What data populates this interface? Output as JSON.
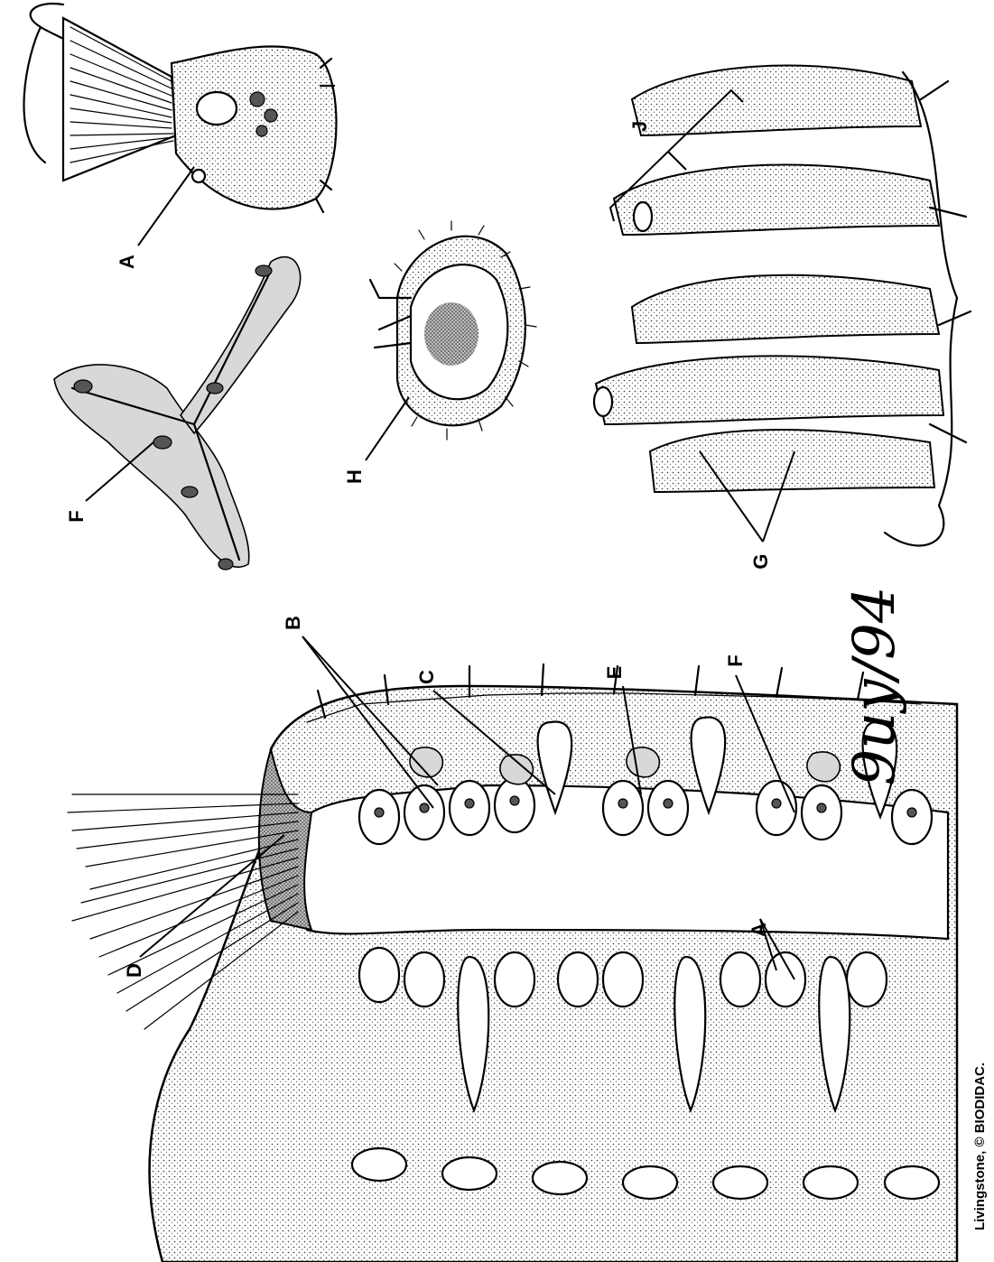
{
  "labels": {
    "A_top": "A",
    "F_top": "F",
    "H": "H",
    "J": "J",
    "G": "G",
    "B": "B",
    "C": "C",
    "E": "E",
    "F_main": "F",
    "A_main": "A",
    "D": "D"
  },
  "signature": "9uy/94",
  "credit": "Livingstone, © BIODIDAC."
}
